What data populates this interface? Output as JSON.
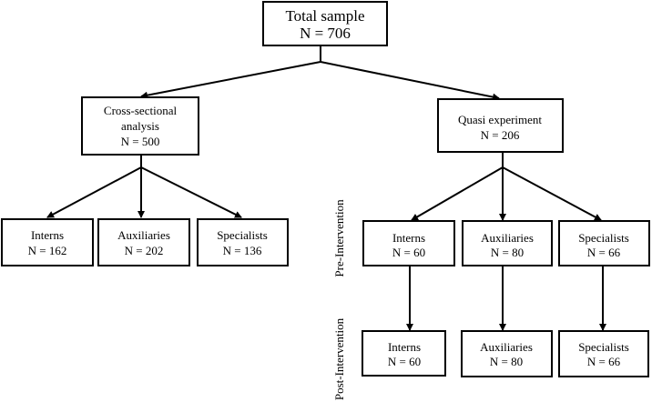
{
  "root": {
    "title": "Total sample",
    "n": "N = 706"
  },
  "cross": {
    "title1": "Cross-sectional",
    "title2": "analysis",
    "n": "N = 500",
    "groups": [
      {
        "title": "Interns",
        "n": "N = 162"
      },
      {
        "title": "Auxiliaries",
        "n": "N = 202"
      },
      {
        "title": "Specialists",
        "n": "N = 136"
      }
    ]
  },
  "quasi": {
    "title": "Quasi experiment",
    "n": "N = 206",
    "pre": [
      {
        "title": "Interns",
        "n": "N = 60"
      },
      {
        "title": "Auxiliaries",
        "n": "N = 80"
      },
      {
        "title": "Specialists",
        "n": "N = 66"
      }
    ],
    "post": [
      {
        "title": "Interns",
        "n": "N = 60"
      },
      {
        "title": "Auxiliaries",
        "n": "N = 80"
      },
      {
        "title": "Specialists",
        "n": "N = 66"
      }
    ]
  },
  "labels": {
    "pre": "Pre-Intervention",
    "post": "Post-Intervention"
  }
}
